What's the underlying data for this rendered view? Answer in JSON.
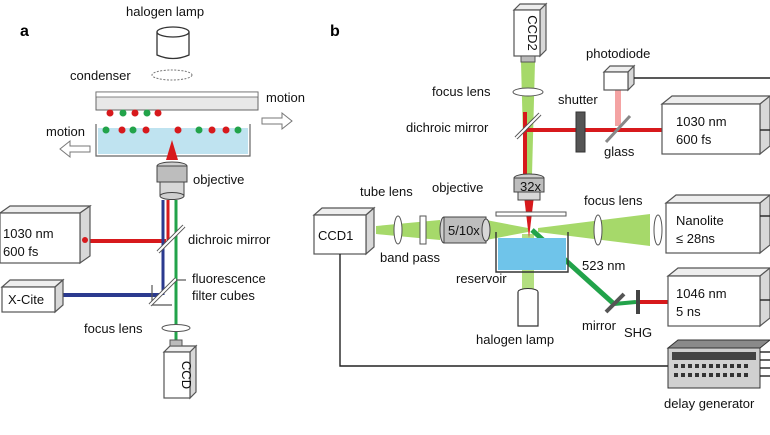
{
  "panel_a": {
    "letter": "a",
    "halogen_lamp": "halogen lamp",
    "condenser": "condenser",
    "motion_top": "motion",
    "motion_left": "motion",
    "objective": "objective",
    "laser_line1": "1030 nm",
    "laser_line2": "600 fs",
    "dichroic_mirror": "dichroic mirror",
    "xcite": "X-Cite",
    "fluorescence1": "fluorescence",
    "fluorescence2": "filter cubes",
    "focus_lens": "focus lens",
    "ccd": "CCD"
  },
  "panel_b": {
    "letter": "b",
    "ccd2": "CCD2",
    "photodiode": "photodiode",
    "focus_lens_top": "focus lens",
    "shutter": "shutter",
    "dichroic_mirror": "dichroic mirror",
    "glass": "glass",
    "laser1030_line1": "1030 nm",
    "laser1030_line2": "600 fs",
    "tube_lens": "tube lens",
    "objective": "objective",
    "obj_32x": "32x",
    "focus_lens_mid": "focus lens",
    "ccd1": "CCD1",
    "obj_510x": "5/10x",
    "nanolite_line1": "Nanolite",
    "nanolite_line2": "≤ 28ns",
    "band_pass": "band pass",
    "reservoir": "reservoir",
    "wavelength_523": "523 nm",
    "laser1046_line1": "1046 nm",
    "laser1046_line2": "5 ns",
    "mirror": "mirror",
    "shg": "SHG",
    "halogen_lamp": "halogen lamp",
    "delay_generator": "delay generator"
  },
  "colors": {
    "red_beam": "#d7191c",
    "blue_beam": "#2b3a8f",
    "green_beam": "#22a34a",
    "light_green_beam": "#a6d96a",
    "water": "#bfe3f0"
  }
}
